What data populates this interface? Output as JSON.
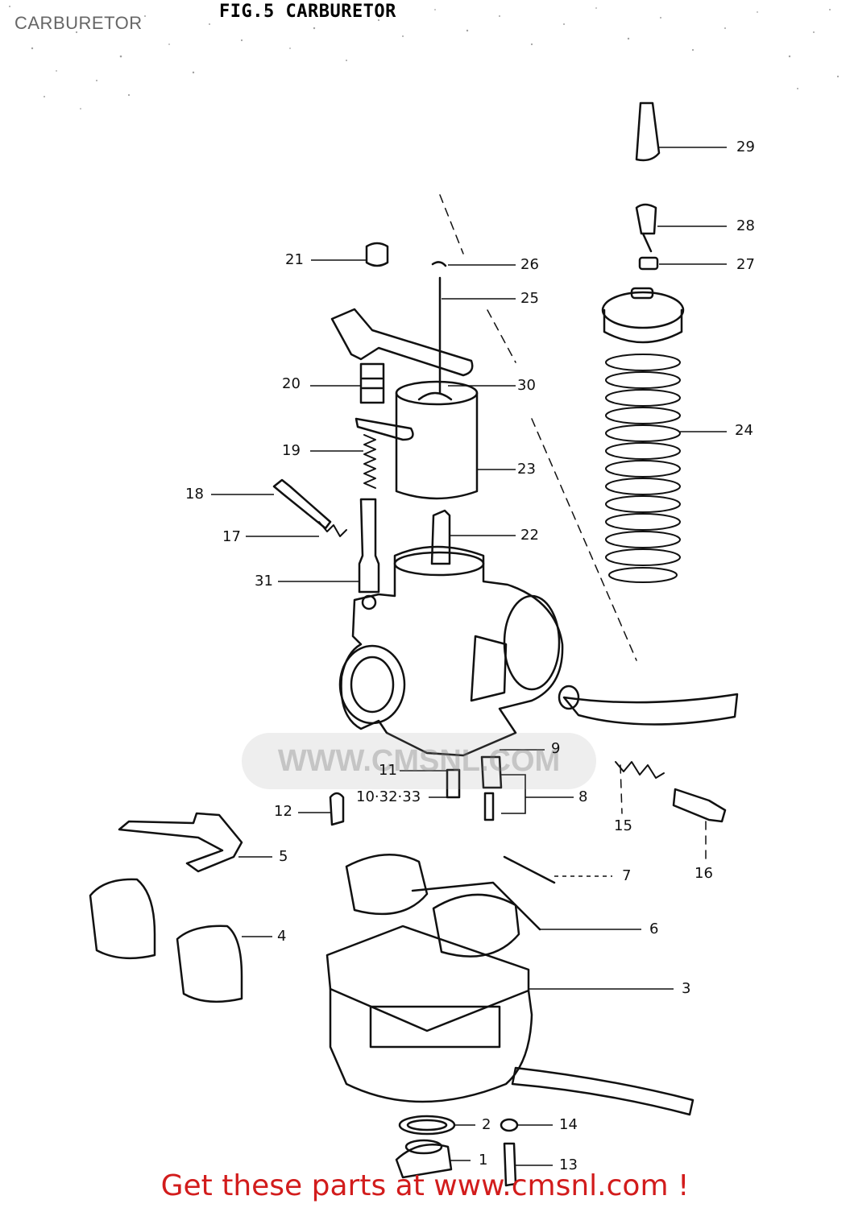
{
  "page_caption": "CARBURETOR",
  "figure_title": "FIG.5  CARBURETOR",
  "watermark_text": "WWW.CMSNL.COM",
  "footer_link": "Get these parts at www.cmsnl.com !",
  "colors": {
    "footer": "#d21c1c",
    "line": "#111111"
  },
  "callouts": [
    "29",
    "28",
    "27",
    "21",
    "26",
    "25",
    "20",
    "30",
    "24",
    "19",
    "23",
    "18",
    "22",
    "17",
    "31",
    "9",
    "11",
    "10·32·33",
    "8",
    "12",
    "15",
    "16",
    "5",
    "7",
    "6",
    "4",
    "3",
    "2",
    "14",
    "1",
    "13"
  ]
}
